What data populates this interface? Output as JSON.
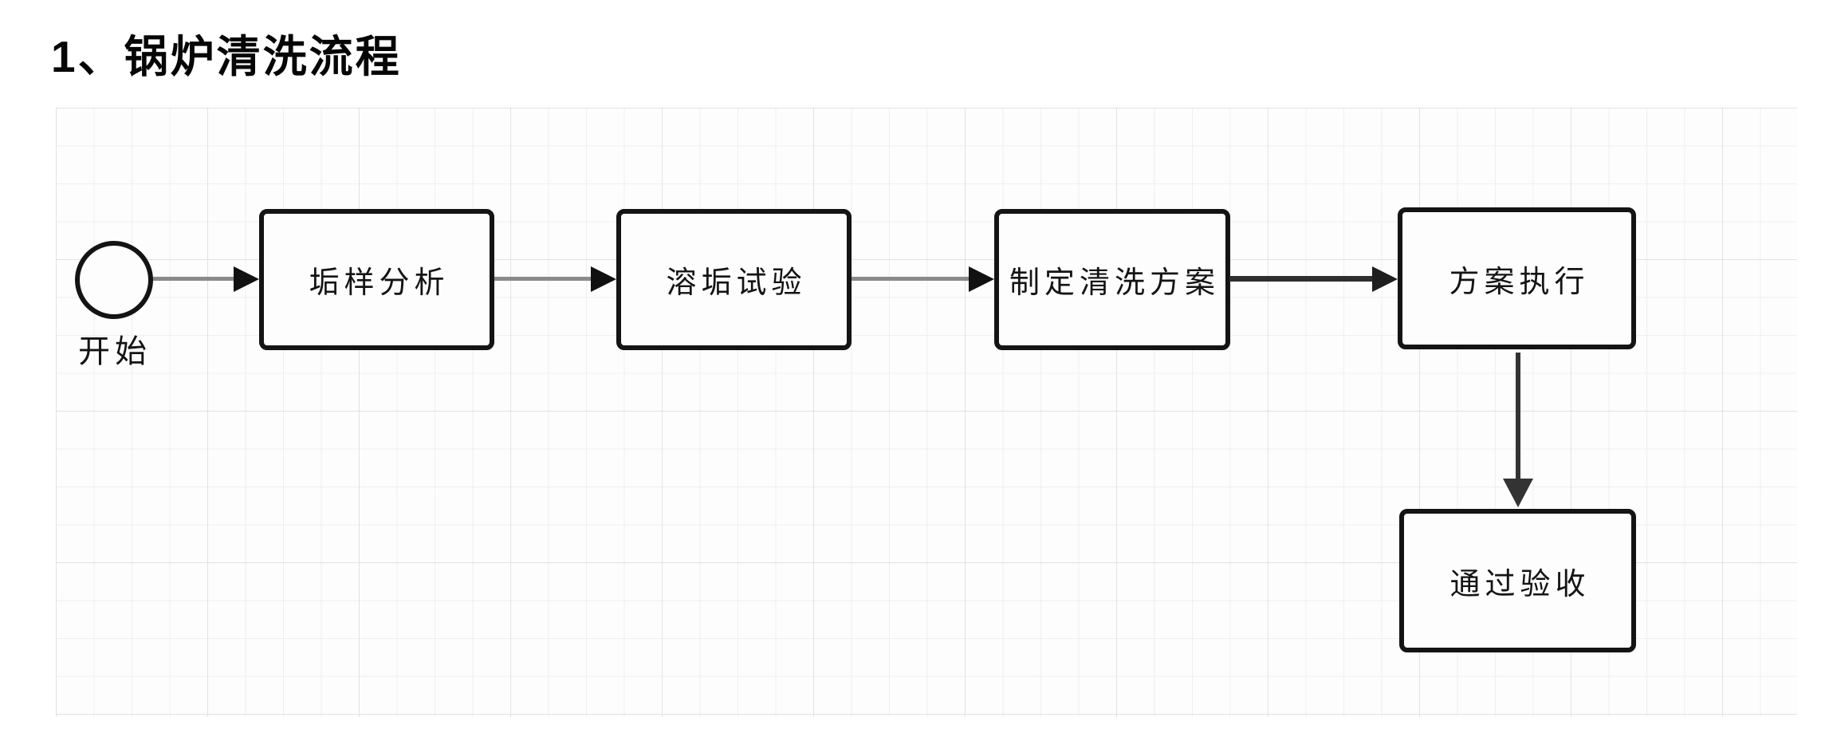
{
  "title": "1、锅炉清洗流程",
  "flowchart": {
    "start": {
      "shape": "circle",
      "label": "开始"
    },
    "nodes": [
      {
        "id": "node-1",
        "label": "垢样分析"
      },
      {
        "id": "node-2",
        "label": "溶垢试验"
      },
      {
        "id": "node-3",
        "label": "制定清洗方案"
      },
      {
        "id": "node-4",
        "label": "方案执行"
      },
      {
        "id": "node-5",
        "label": "通过验收"
      }
    ],
    "edges": [
      {
        "from": "start",
        "to": "node-1",
        "direction": "right",
        "style": "gray-shaft-black-head"
      },
      {
        "from": "node-1",
        "to": "node-2",
        "direction": "right",
        "style": "gray-shaft-black-head"
      },
      {
        "from": "node-2",
        "to": "node-3",
        "direction": "right",
        "style": "gray-shaft-black-head"
      },
      {
        "from": "node-3",
        "to": "node-4",
        "direction": "right",
        "style": "dark"
      },
      {
        "from": "node-4",
        "to": "node-5",
        "direction": "down",
        "style": "dark"
      }
    ]
  },
  "colors": {
    "background": "#ffffff",
    "grid_panel_background": "#fdfdfd",
    "grid_line_minor": "#efefef",
    "grid_line_major": "#e2e2e2",
    "node_border": "#141414",
    "node_fill": "#fdfdfd",
    "node_text": "#141414",
    "arrow_shaft_gray": "#8a8a8a",
    "arrow_dark": "#2e2e2e",
    "arrow_head_black": "#111111",
    "title_text": "#060606"
  }
}
